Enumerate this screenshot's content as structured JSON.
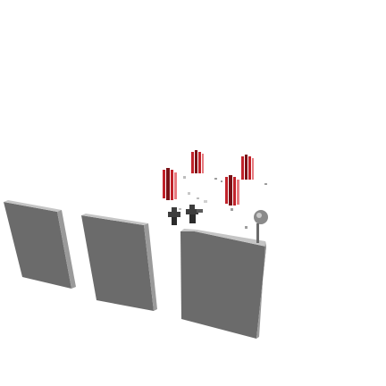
{
  "scene": {
    "colors": {
      "background": "#ffffff",
      "panel_face": "#6b6b6b",
      "panel_edge": "#b9b9b9",
      "panel_dark_edge": "#8d8d8d",
      "rod_red": "#c1222a",
      "rod_dark": "#7a1116",
      "rod_highlight": "#e77a7f",
      "figure_gray": "#3d3d3d",
      "sphere": "#8a8a8a"
    },
    "objects": [
      {
        "name": "wall-panel",
        "count": 3
      },
      {
        "name": "red-rod-cluster",
        "count": 4
      },
      {
        "name": "dark-figure",
        "count": 2
      },
      {
        "name": "gray-sphere-lamp",
        "count": 1
      }
    ]
  }
}
